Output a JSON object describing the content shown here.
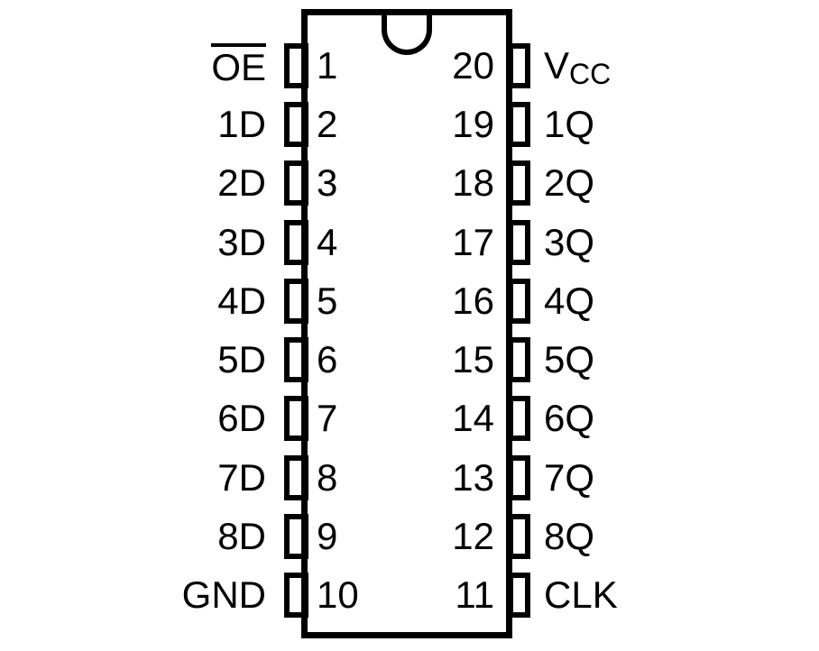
{
  "diagram": {
    "package": "DIP-20",
    "colors": {
      "line": "#000000",
      "background": "#ffffff"
    },
    "pins": {
      "left": [
        {
          "number": "1",
          "label": "OE",
          "overline": true
        },
        {
          "number": "2",
          "label": "1D"
        },
        {
          "number": "3",
          "label": "2D"
        },
        {
          "number": "4",
          "label": "3D"
        },
        {
          "number": "5",
          "label": "4D"
        },
        {
          "number": "6",
          "label": "5D"
        },
        {
          "number": "7",
          "label": "6D"
        },
        {
          "number": "8",
          "label": "7D"
        },
        {
          "number": "9",
          "label": "8D"
        },
        {
          "number": "10",
          "label": "GND"
        }
      ],
      "right": [
        {
          "number": "20",
          "label_main": "V",
          "label_sub": "CC"
        },
        {
          "number": "19",
          "label": "1Q"
        },
        {
          "number": "18",
          "label": "2Q"
        },
        {
          "number": "17",
          "label": "3Q"
        },
        {
          "number": "16",
          "label": "4Q"
        },
        {
          "number": "15",
          "label": "5Q"
        },
        {
          "number": "14",
          "label": "6Q"
        },
        {
          "number": "13",
          "label": "7Q"
        },
        {
          "number": "12",
          "label": "8Q"
        },
        {
          "number": "11",
          "label": "CLK"
        }
      ]
    }
  }
}
